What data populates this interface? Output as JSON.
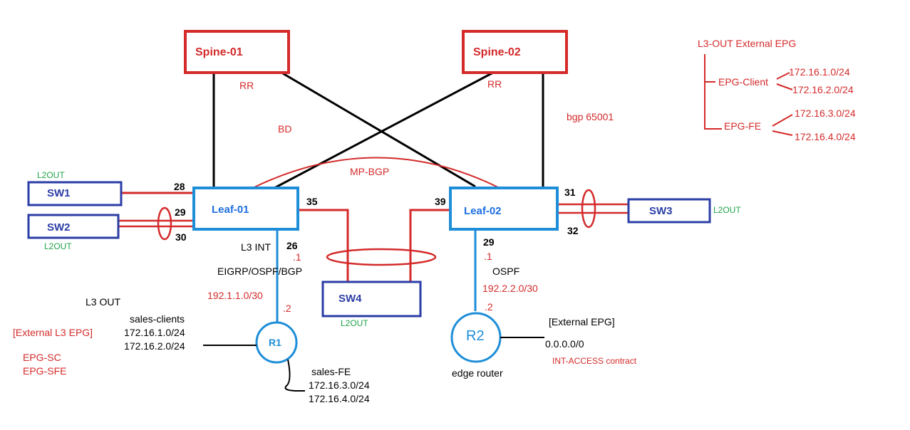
{
  "spines": {
    "spine1": "Spine-01",
    "spine2": "Spine-02",
    "rr1": "RR",
    "rr2": "RR",
    "asn": "bgp 65001",
    "bd": "BD",
    "mpbgp": "MP-BGP"
  },
  "leaves": {
    "leaf1": "Leaf-01",
    "leaf2": "Leaf-02"
  },
  "switches": {
    "sw1": "SW1",
    "sw2": "SW2",
    "sw3": "SW3",
    "sw4": "SW4",
    "l2out_sw1": "L2OUT",
    "l2out_sw2": "L2OUT",
    "l2out_sw3": "L2OUT",
    "l2out_sw4": "L2OUT"
  },
  "ports": {
    "p28": "28",
    "p29_leaf1": "29",
    "p30": "30",
    "p35": "35",
    "p26": "26",
    "p39": "39",
    "p31": "31",
    "p32": "32",
    "p29_leaf2": "29"
  },
  "left_l3": {
    "l3_int": "L3 INT",
    "dot1": ".1",
    "protocols": "EIGRP/OSPF/BGP",
    "subnet": "192.1.1.0/30",
    "dot2": ".2",
    "l3_out": "L3 OUT",
    "sales_clients": "sales-clients",
    "sc_net1": "172.16.1.0/24",
    "sc_net2": "172.16.2.0/24",
    "external_l3_epg": "[External L3 EPG]",
    "epg_sc": "EPG-SC",
    "epg_sfe": "EPG-SFE",
    "router": "R1",
    "sales_fe": "sales-FE",
    "fe_net1": "172.16.3.0/24",
    "fe_net2": "172.16.4.0/24"
  },
  "right_l3": {
    "dot1": ".1",
    "ospf": "OSPF",
    "subnet": "192.2.2.0/30",
    "dot2": ".2",
    "router": "R2",
    "edge_router": "edge router",
    "external_epg": "[External EPG]",
    "default_route": "0.0.0.0/0",
    "contract": "INT-ACCESS contract"
  },
  "legend": {
    "title": "L3-OUT External  EPG",
    "epg_client": "EPG-Client",
    "epg_client_net1": "172.16.1.0/24",
    "epg_client_net2": "172.16.2.0/24",
    "epg_fe": "EPG-FE",
    "epg_fe_net1": "172.16.3.0/24",
    "epg_fe_net2": "172.16.4.0/24"
  },
  "colors": {
    "red": "#d42a2a",
    "navy": "#2b3da6",
    "leaf_blue": "#1e8ed8",
    "green": "#21a349",
    "black": "#000000"
  }
}
